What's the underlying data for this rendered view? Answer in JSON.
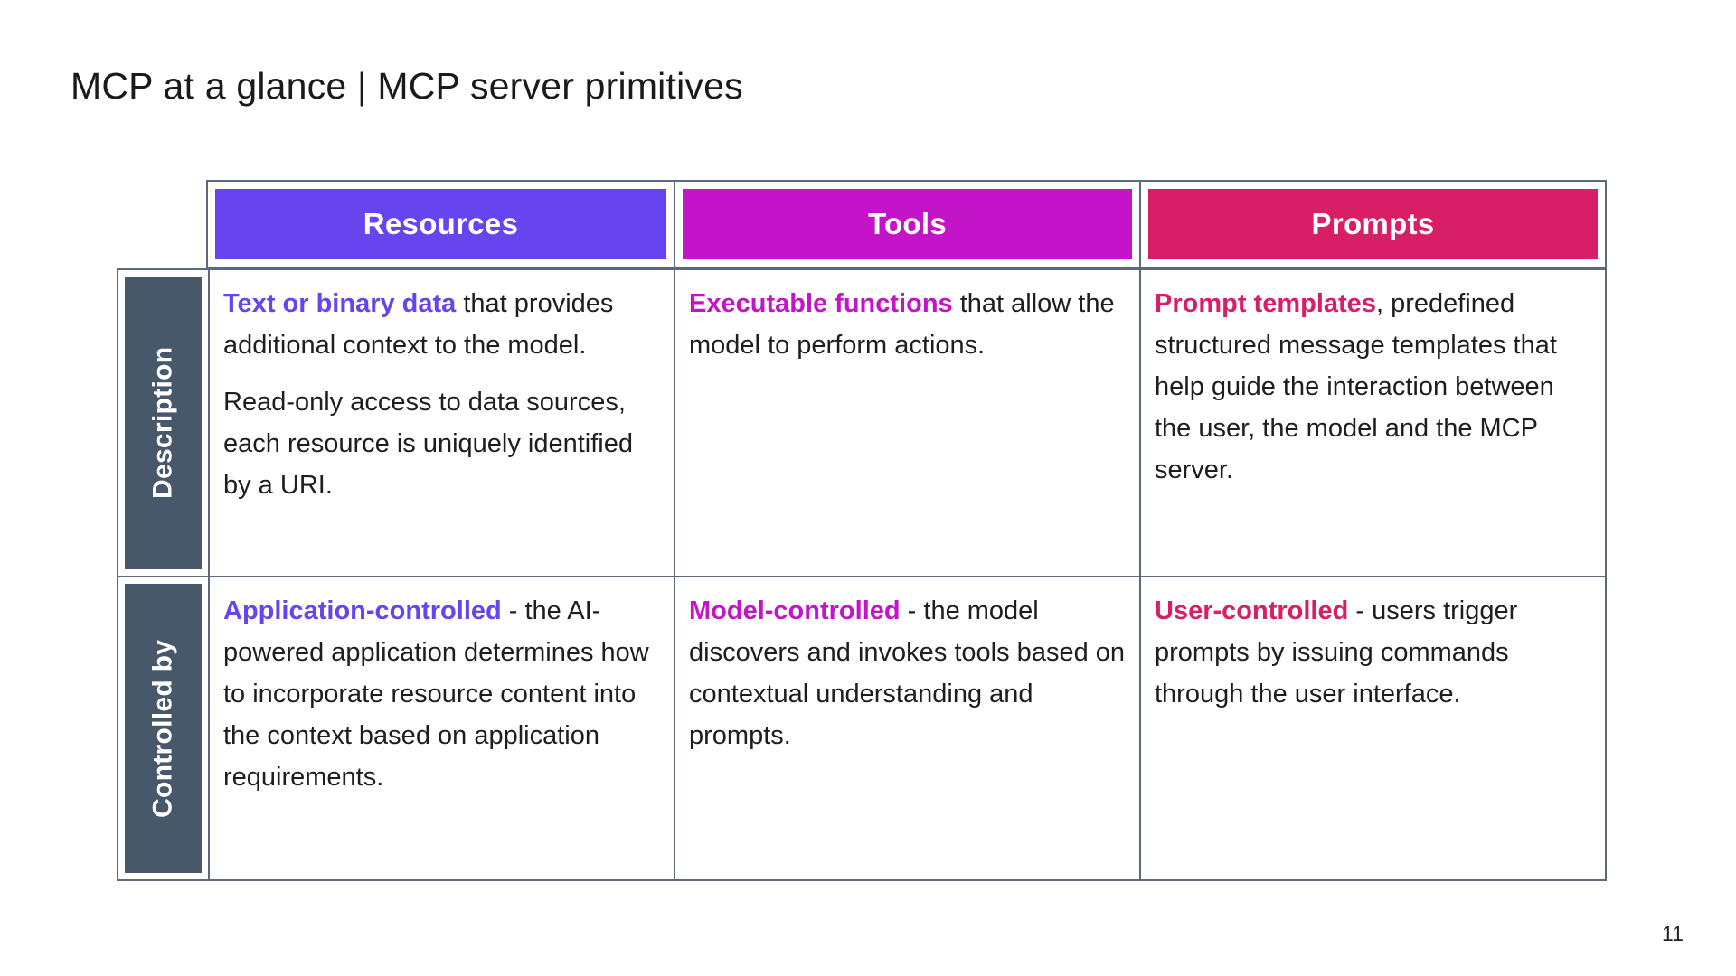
{
  "title": "MCP at a glance | MCP server primitives",
  "page_number": "11",
  "colors": {
    "resources": "#6745ee",
    "tools": "#c414c9",
    "prompts": "#d91e68",
    "slate": "#47586b",
    "border": "#5c6b7b",
    "text": "#1e1e1e",
    "title": "#1a1a1a"
  },
  "table": {
    "columns": [
      {
        "label": "Resources"
      },
      {
        "label": "Tools"
      },
      {
        "label": "Prompts"
      }
    ],
    "rows": [
      {
        "label": "Description",
        "cells": [
          {
            "paragraphs": [
              {
                "lead": "Text or binary data",
                "rest": " that provides additional context to the model."
              },
              {
                "lead": "",
                "rest": "Read-only access to data sources, each resource is uniquely identified by a URI."
              }
            ]
          },
          {
            "paragraphs": [
              {
                "lead": "Executable functions",
                "rest": " that allow the model to perform actions."
              }
            ]
          },
          {
            "paragraphs": [
              {
                "lead": "Prompt templates",
                "rest": ", predefined structured message templates that help guide the interaction between the user, the model and the MCP server."
              }
            ]
          }
        ]
      },
      {
        "label": "Controlled by",
        "cells": [
          {
            "paragraphs": [
              {
                "lead": "Application-controlled",
                "rest": " - the AI-powered application determines how to incorporate resource content into the context based on application requirements."
              }
            ]
          },
          {
            "paragraphs": [
              {
                "lead": "Model-controlled",
                "rest": " - the model discovers and invokes tools based on contextual understanding and prompts."
              }
            ]
          },
          {
            "paragraphs": [
              {
                "lead": "User-controlled",
                "rest": " - users trigger prompts by issuing commands through the user interface."
              }
            ]
          }
        ]
      }
    ]
  }
}
